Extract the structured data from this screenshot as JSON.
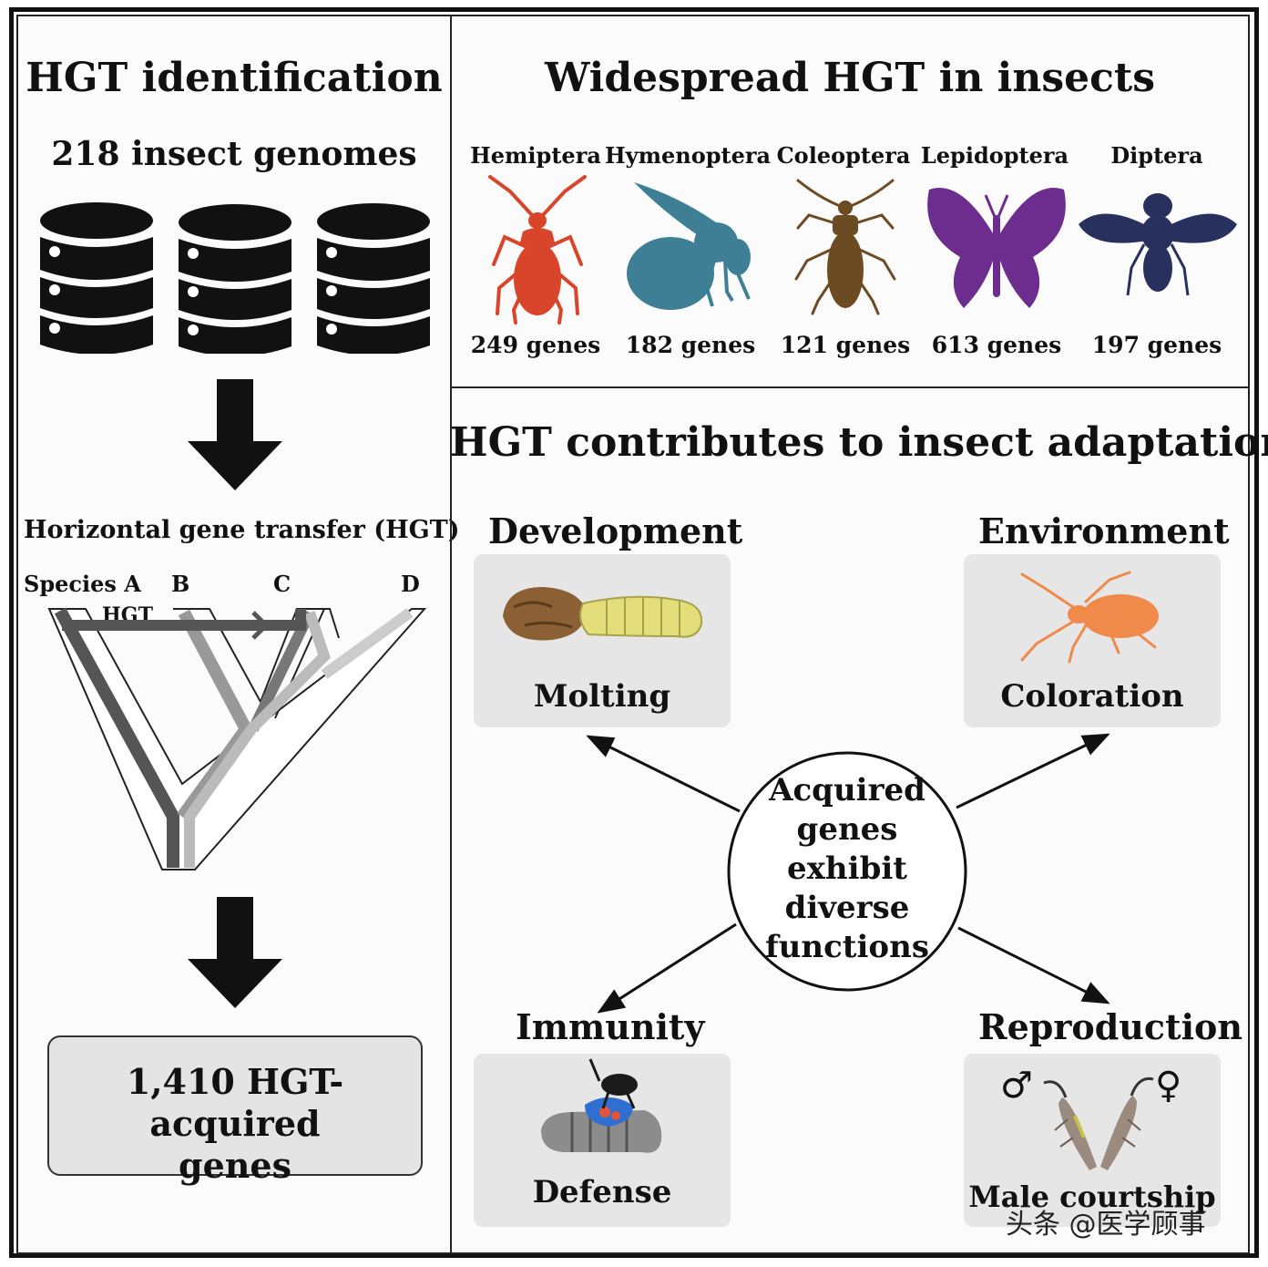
{
  "left_panel": {
    "title": "HGT identification",
    "genomes_label": "218 insect genomes",
    "hgt_heading": "Horizontal gene transfer (HGT)",
    "species": {
      "a": "Species A",
      "b": "B",
      "c": "C",
      "d": "D"
    },
    "hgt_arrow_label": "HGT",
    "result": {
      "line1": "1,410 HGT-acquired",
      "line2": "genes"
    },
    "icons": [
      "database-icon",
      "arrow-down-icon",
      "phylogenetic-tree"
    ]
  },
  "top_right": {
    "title": "Widespread HGT in insects",
    "orders": [
      {
        "name": "Hemiptera",
        "genes": "249 genes",
        "color": "#d9452a",
        "icon": "true-bug-icon"
      },
      {
        "name": "Hymenoptera",
        "genes": "182 genes",
        "color": "#3f7f96",
        "icon": "wasp-icon"
      },
      {
        "name": "Coleoptera",
        "genes": "121 genes",
        "color": "#6d4b22",
        "icon": "beetle-icon"
      },
      {
        "name": "Lepidoptera",
        "genes": "613 genes",
        "color": "#6d2d8f",
        "icon": "butterfly-icon"
      },
      {
        "name": "Diptera",
        "genes": "197 genes",
        "color": "#28305e",
        "icon": "fly-icon"
      }
    ]
  },
  "bottom_right": {
    "title": "HGT contributes to insect adaptation",
    "center": [
      "Acquired",
      "genes",
      "exhibit",
      "diverse",
      "functions"
    ],
    "categories": [
      {
        "name": "Development",
        "function": "Molting",
        "icon": "larva-molting-icon"
      },
      {
        "name": "Environment",
        "function": "Coloration",
        "icon": "aphid-icon",
        "color": "#ef8a4a"
      },
      {
        "name": "Immunity",
        "function": "Defense",
        "icon": "parasitoid-wasp-icon"
      },
      {
        "name": "Reproduction",
        "function": "Male courtship",
        "icon": "mating-insects-icon",
        "symbols": [
          "♂",
          "♀"
        ]
      }
    ]
  },
  "watermark": "头条 @医学顾事"
}
